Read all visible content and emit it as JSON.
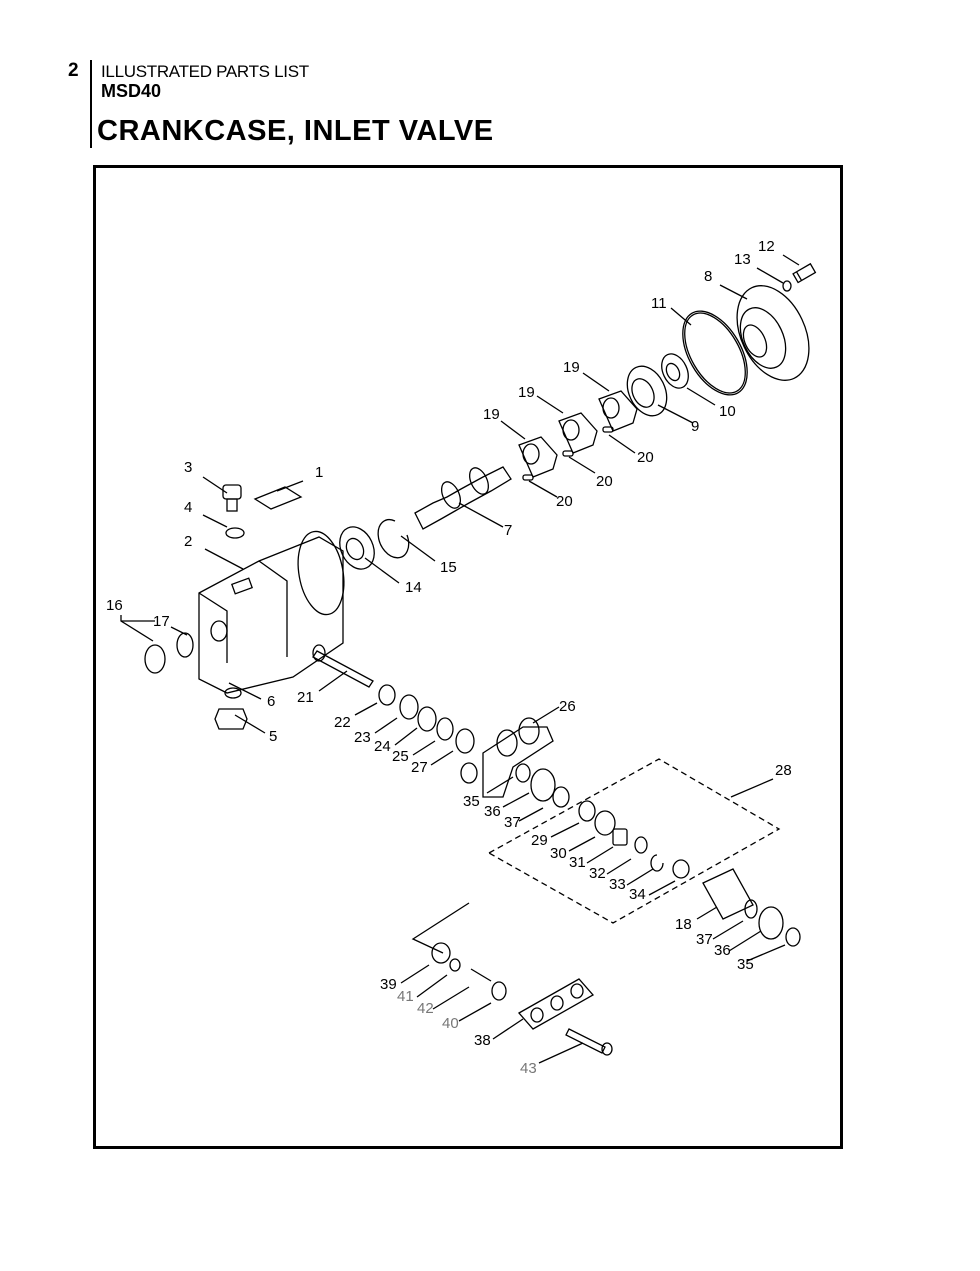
{
  "header": {
    "page_number": "2",
    "section": "ILLUSTRATED PARTS LIST",
    "model": "MSD40",
    "title": "CRANKCASE, INLET VALVE"
  },
  "diagram": {
    "callouts": {
      "c1": "1",
      "c2": "2",
      "c3": "3",
      "c4": "4",
      "c5": "5",
      "c6": "6",
      "c7": "7",
      "c8": "8",
      "c9": "9",
      "c10": "10",
      "c11": "11",
      "c12": "12",
      "c13": "13",
      "c14": "14",
      "c15": "15",
      "c16": "16",
      "c17": "17",
      "c19a": "19",
      "c19b": "19",
      "c19c": "19",
      "c20a": "20",
      "c20b": "20",
      "c20c": "20",
      "c21": "21",
      "c22": "22",
      "c23": "23",
      "c24": "24",
      "c25": "25",
      "c26": "26",
      "c27": "27",
      "c28": "28",
      "c29": "29",
      "c30": "30",
      "c31": "31",
      "c32": "32",
      "c33": "33",
      "c34": "34",
      "c35a": "35",
      "c36a": "36",
      "c37a": "37",
      "c18": "18",
      "c37b": "37",
      "c36b": "36",
      "c35b": "35",
      "c39": "39",
      "c41": "41",
      "c42": "42",
      "c40": "40",
      "c38": "38",
      "c43": "43"
    }
  }
}
